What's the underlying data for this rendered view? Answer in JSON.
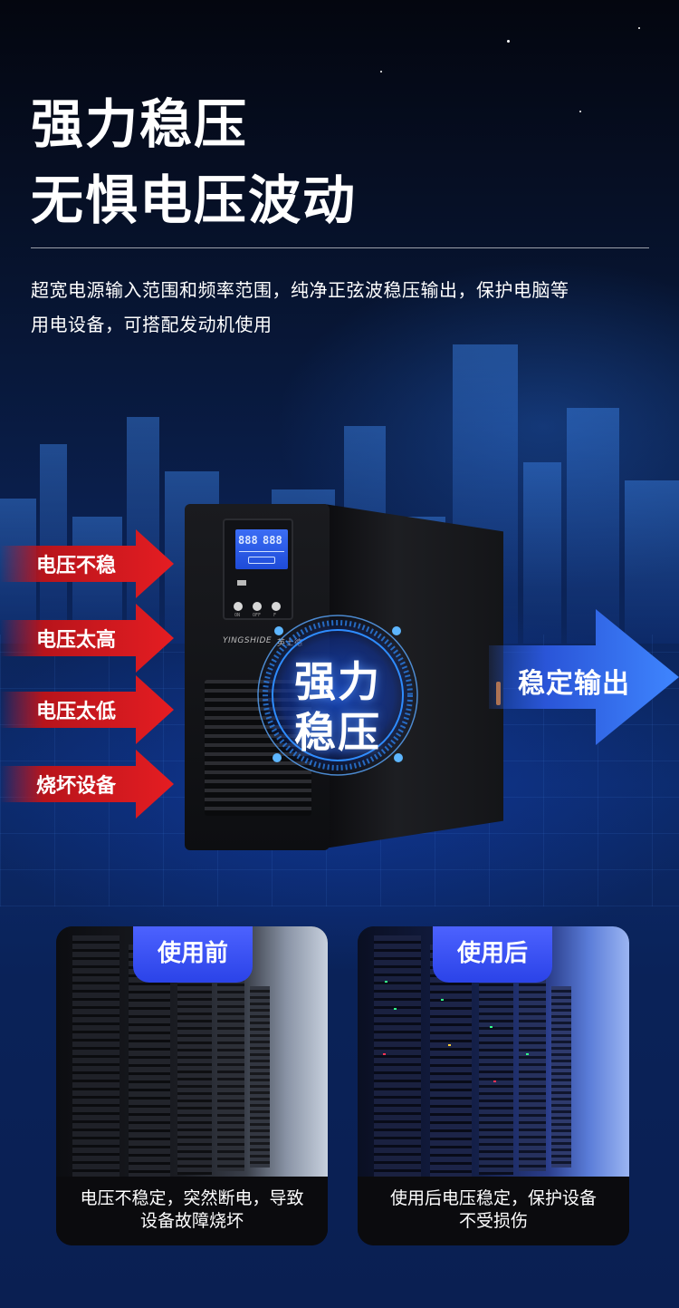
{
  "hero": {
    "title_line1": "强力稳压",
    "title_line2": "无惧电压波动",
    "desc_line1": "超宽电源输入范围和频率范围，纯净正弦波稳压输出，保护电脑等",
    "desc_line2": "用电设备，可搭配发动机使用"
  },
  "input_problems": [
    {
      "label": "电压不稳"
    },
    {
      "label": "电压太高"
    },
    {
      "label": "电压太低"
    },
    {
      "label": "烧坏设备"
    }
  ],
  "device": {
    "brand": "YINGSHIDE",
    "brand_cn": "英士德",
    "lcd_top": "888",
    "lcd_top2": "888",
    "button_labels": [
      "ON",
      "OFF",
      "F"
    ]
  },
  "badge": {
    "line1": "强力",
    "line2": "稳压"
  },
  "output": {
    "label": "稳定输出"
  },
  "compare": {
    "before": {
      "tag": "使用前",
      "caption_line1": "电压不稳定，突然断电，导致",
      "caption_line2": "设备故障烧坏"
    },
    "after": {
      "tag": "使用后",
      "caption_line1": "使用后电压稳定，保护设备",
      "caption_line2": "不受损伤"
    }
  },
  "colors": {
    "red_arrow": "#d4141b",
    "blue_arrow": "#2f63e8",
    "tag_blue": "#3a52f5",
    "ring_blue": "#2e8cff"
  }
}
